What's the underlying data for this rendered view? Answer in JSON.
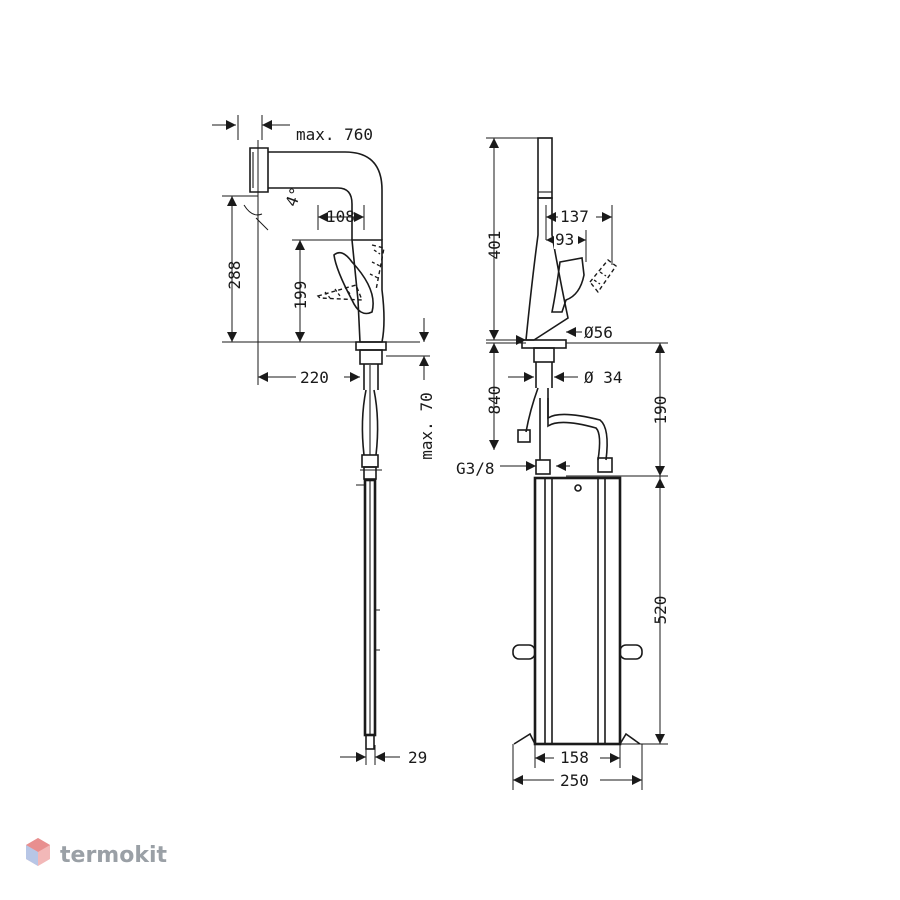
{
  "dimensions": {
    "max_reach": "max. 760",
    "angle": "4°",
    "spout_offset": "108",
    "height_288": "288",
    "height_199": "199",
    "reach_220": "220",
    "max_thickness": "max. 70",
    "hose_29": "29",
    "height_401": "401",
    "lever_137": "137",
    "lever_93": "93",
    "base_diameter": "Ø56",
    "hole_diameter": "Ø 34",
    "hose_840": "840",
    "connection": "G3/8",
    "height_190": "190",
    "box_520": "520",
    "width_158": "158",
    "width_250": "250"
  },
  "watermark": {
    "text": "termokit",
    "color": "#9aa0a6"
  },
  "colors": {
    "ink": "#1a1a1a",
    "logo_light": "#f2b8b8",
    "logo_mid": "#e88f8f",
    "logo_blue": "#b7c6e6"
  }
}
